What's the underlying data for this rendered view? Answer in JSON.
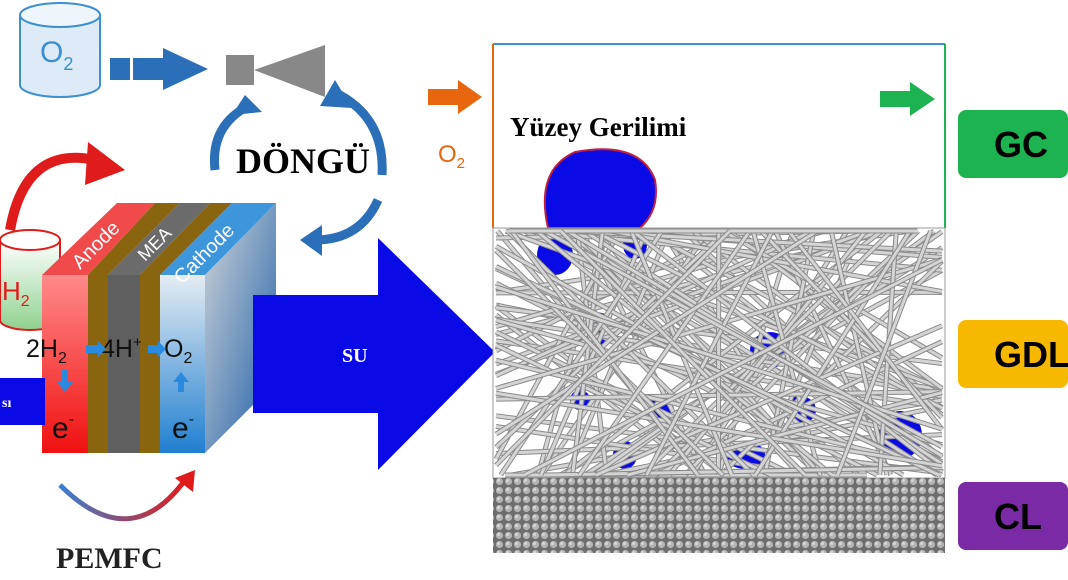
{
  "title_cycle": "DÖNGÜ",
  "surface_tension": "Yüzey Gerilimi",
  "water_label": "SU",
  "heat_label": "sı",
  "fuel_cell_label": "PEMFC",
  "oxygen_tank": {
    "base": "O",
    "sub": "2"
  },
  "hydrogen_tank": {
    "base": "H",
    "sub": "2"
  },
  "oxygen_inlet": {
    "base": "O",
    "sub": "2"
  },
  "cell_layers": {
    "anode": "Anode",
    "mea": "MEA",
    "cathode": "Cathode"
  },
  "reaction": {
    "h2_coef": "2H",
    "h2_sub": "2",
    "proton": "4H",
    "proton_sup": "+",
    "o2": "O",
    "o2_sub": "2",
    "electron_left": "e",
    "electron_right": "e",
    "electron_sup": "-"
  },
  "layer_badges": [
    {
      "label": "GC",
      "color": "#1db350"
    },
    {
      "label": "GDL",
      "color": "#f7b900"
    },
    {
      "label": "CL",
      "color": "#7b2aa6"
    }
  ],
  "colors": {
    "water": "#0a0ae6",
    "flow_arrow": "#2a6fb8",
    "inlet_arrow": "#e8660e",
    "outlet_arrow": "#1db350"
  }
}
